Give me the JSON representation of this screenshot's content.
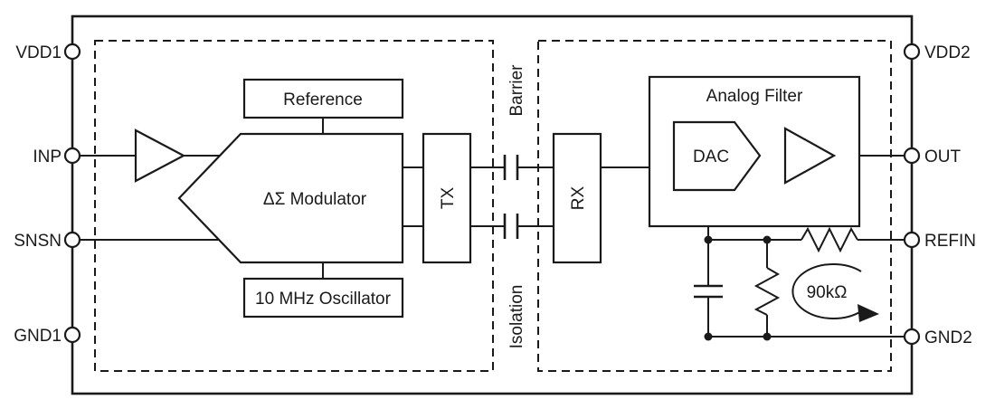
{
  "diagram": {
    "pins": {
      "left": [
        "VDD1",
        "INP",
        "SNSN",
        "GND1"
      ],
      "right": [
        "VDD2",
        "OUT",
        "REFIN",
        "GND2"
      ]
    },
    "blocks": {
      "reference": "Reference",
      "modulator": "ΔΣ Modulator",
      "oscillator": "10 MHz Oscillator",
      "tx": "TX",
      "rx": "RX",
      "analog_filter": "Analog Filter",
      "dac": "DAC"
    },
    "isolation": {
      "top_label": "Barrier",
      "bottom_label": "Isolation"
    },
    "annotations": {
      "resistance": "90kΩ"
    },
    "colors": {
      "line": "#1a1a1a",
      "background": "#ffffff"
    }
  }
}
